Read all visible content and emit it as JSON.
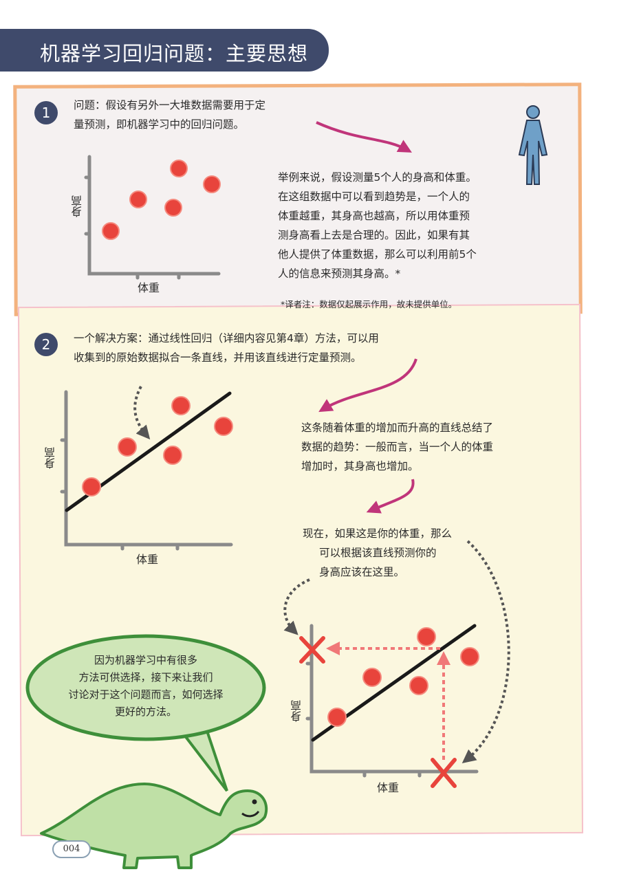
{
  "header": {
    "title": "机器学习回归问题：主要思想"
  },
  "section1": {
    "number": "1",
    "question_lines": [
      "问题：假设有另外一大堆数据需要用于定",
      "量预测，即机器学习中的回归问题。"
    ],
    "example_lines": [
      "举例来说，假设测量5个人的身高和体重。",
      "在这组数据中可以看到趋势是，一个人的",
      "体重越重，其身高也越高，所以用体重预",
      "测身高看上去是合理的。因此，如果有其",
      "他人提供了体重数据，那么可以利用前5个",
      "人的信息来预测其身高。*"
    ],
    "note": "*译者注：数据仅起展示作用，故未提供单位。",
    "chart": {
      "xlabel": "体重",
      "ylabel": "身高"
    }
  },
  "section2": {
    "number": "2",
    "solution_lines": [
      "一个解决方案：通过线性回归（详细内容见第4章）方法，可以用",
      "收集到的原始数据拟合一条直线，并用该直线进行定量预测。"
    ],
    "trend_lines": [
      "这条随着体重的增加而升高的直线总结了",
      "数据的趋势：一般而言，当一个人的体重",
      "增加时，其身高也增加。"
    ],
    "predict_lines": [
      "现在，如果这是你的体重，那么",
      "可以根据该直线预测你的",
      "身高应该在这里。"
    ],
    "chart": {
      "xlabel": "体重",
      "ylabel": "身高"
    },
    "chart2": {
      "xlabel": "体重",
      "ylabel": "身高"
    }
  },
  "bubble": {
    "lines": [
      "因为机器学习中有很多",
      "方法可供选择，接下来让我们",
      "讨论对于这个问题而言，如何选择",
      "更好的方法。"
    ]
  },
  "page_number": "004",
  "colors": {
    "banner": "#3f4a6b",
    "dot": "#e8443c",
    "arrow": "#c0357a",
    "dinosaur": "#bfe0a6"
  }
}
